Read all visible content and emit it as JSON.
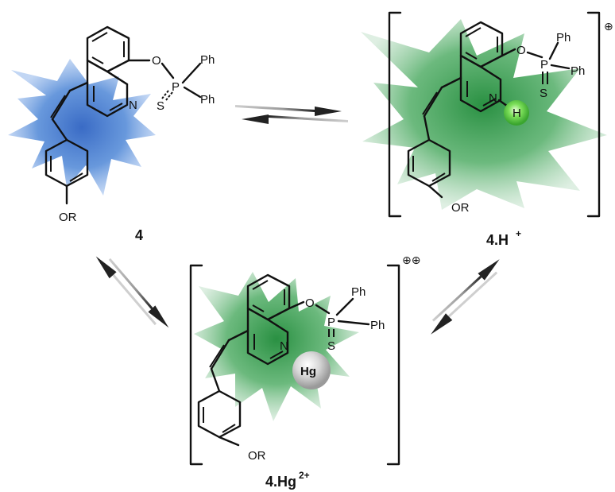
{
  "compounds": {
    "c4": {
      "label": "4",
      "atoms": {
        "O": "O",
        "P": "P",
        "Ph1": "Ph",
        "Ph2": "Ph",
        "S": "S",
        "N": "N",
        "OR": "OR"
      },
      "glow_color": "#3b73c9"
    },
    "c4H": {
      "label": "4.H",
      "label_sup": "+",
      "charge": "⊕",
      "atoms": {
        "O": "O",
        "P": "P",
        "Ph1": "Ph",
        "Ph2": "Ph",
        "S": "S",
        "N": "N",
        "H": "H",
        "OR": "OR"
      },
      "glow_color": "#2f9a45"
    },
    "c4Hg": {
      "label": "4.Hg",
      "label_sup": "2+",
      "charge": "⊕⊕",
      "atoms": {
        "O": "O",
        "P": "P",
        "Ph1": "Ph",
        "Ph2": "Ph",
        "S": "S",
        "N": "N",
        "Hg": "Hg",
        "OR": "OR"
      },
      "glow_color": "#2f9a45"
    }
  }
}
